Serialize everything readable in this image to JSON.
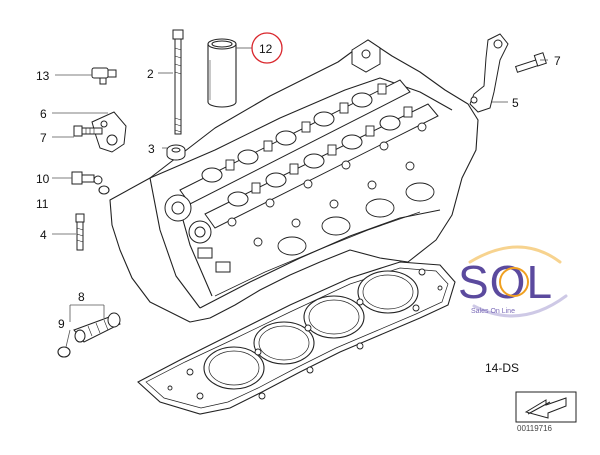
{
  "callouts": {
    "c13": "13",
    "c2": "2",
    "c12": "12",
    "c7a": "7",
    "c6": "6",
    "c7b": "7",
    "c3": "3",
    "c5": "5",
    "c10": "10",
    "c11": "11",
    "c4": "4",
    "c8": "8",
    "c9": "9"
  },
  "highlight_color": "#d9262c",
  "logo": {
    "text": "SOL",
    "tagline": "Sales On Line",
    "brand_color": "#5b4a9e",
    "accent_color": "#f0a020"
  },
  "diagram_code": "14-DS",
  "image_number": "00119716"
}
